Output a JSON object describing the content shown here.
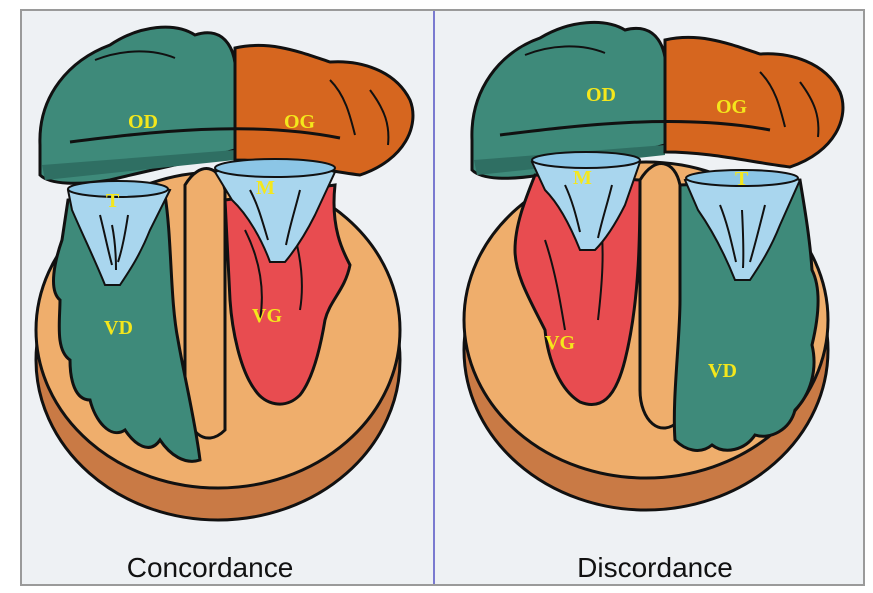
{
  "colors": {
    "background": "#eef1f4",
    "frame": "#9a9a9a",
    "divider": "#7a7ad0",
    "myocardium": "#efae6c",
    "myocardium_base": "#c97a45",
    "right_side_teal": "#3e8a7a",
    "left_atrium_orange": "#d6661f",
    "left_ventricle_red": "#e84c50",
    "valve_blue": "#a9d6ee",
    "label_yellow": "#f4e71c"
  },
  "panels": [
    {
      "caption": "Concordance",
      "labels": {
        "right_atrium": "OD",
        "left_atrium": "OG",
        "tricuspid": "T",
        "mitral": "M",
        "right_ventricle": "VD",
        "left_ventricle": "VG"
      }
    },
    {
      "caption": "Discordance",
      "labels": {
        "right_atrium": "OD",
        "left_atrium": "OG",
        "tricuspid": "T",
        "mitral": "M",
        "right_ventricle": "VD",
        "left_ventricle": "VG"
      }
    }
  ]
}
